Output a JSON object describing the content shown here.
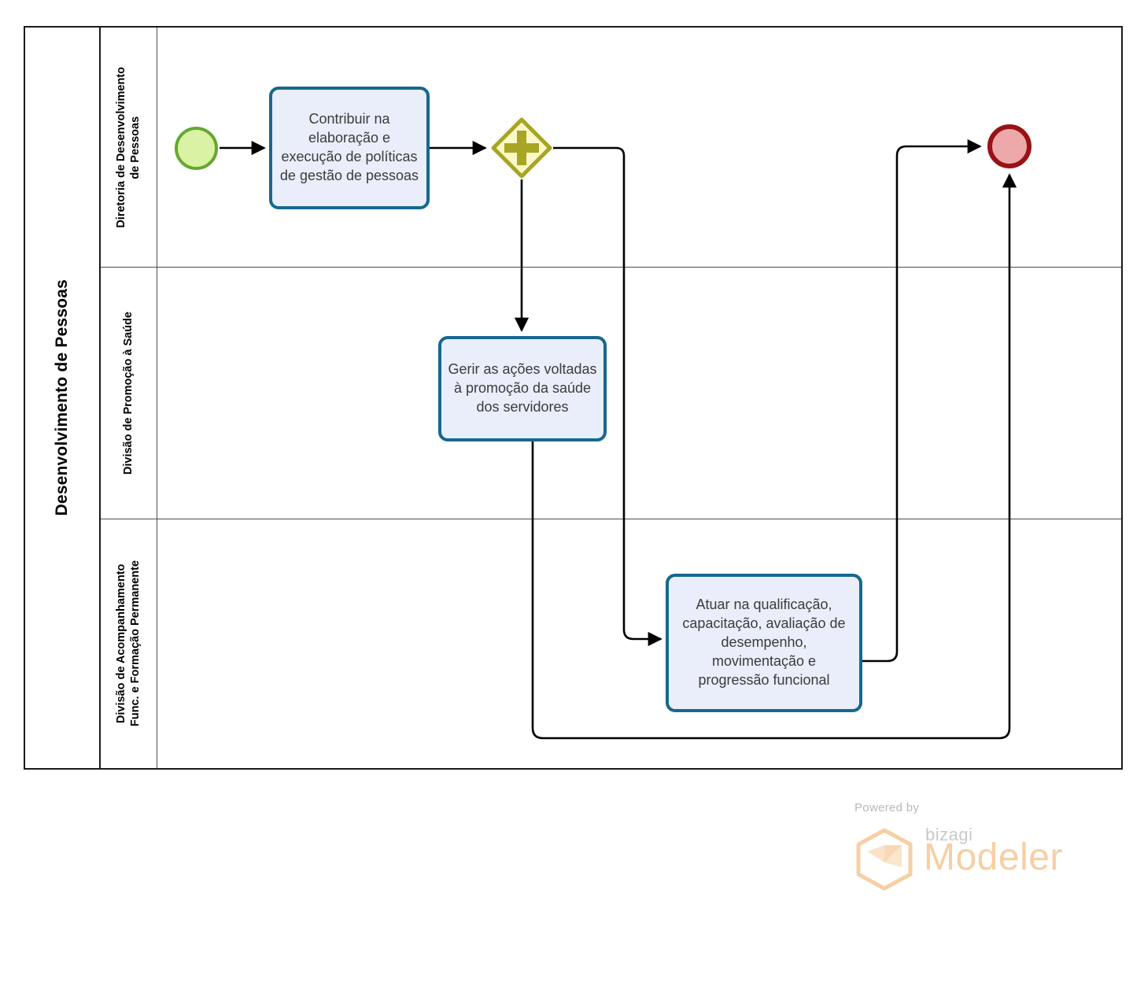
{
  "diagram": {
    "type": "bpmn-process",
    "pool": {
      "name": "Desenvolvimento de Pessoas"
    },
    "lanes": [
      {
        "id": "lane-diretoria",
        "name": "Diretoria de Desenvolvimento\nde Pessoas"
      },
      {
        "id": "lane-promocao-saude",
        "name": "Divisão de Promoção à Saúde"
      },
      {
        "id": "lane-acompanhamento",
        "name": "Divisão de Acompanhamento\nFunc. e Formação Permanente"
      }
    ],
    "events": {
      "start": {
        "name": "start-event",
        "label": ""
      },
      "end": {
        "name": "end-event",
        "label": ""
      }
    },
    "gateway": {
      "name": "parallel-gateway",
      "symbol": "+",
      "label": ""
    },
    "tasks": [
      {
        "id": "task-1",
        "label": "Contribuir na elaboração e execução de políticas de gestão de pessoas"
      },
      {
        "id": "task-2",
        "label": "Gerir as ações voltadas à promoção da saúde dos servidores"
      },
      {
        "id": "task-3",
        "label": "Atuar na qualificação, capacitação, avaliação de desempenho, movimentação e progressão funcional"
      }
    ],
    "flows": [
      {
        "from": "start-event",
        "to": "task-1"
      },
      {
        "from": "task-1",
        "to": "parallel-gateway"
      },
      {
        "from": "parallel-gateway",
        "to": "task-2"
      },
      {
        "from": "parallel-gateway",
        "to": "task-3"
      },
      {
        "from": "task-2",
        "to": "end-event"
      },
      {
        "from": "task-3",
        "to": "end-event"
      }
    ],
    "colors": {
      "start_fill": "#d9f2a3",
      "start_stroke": "#63a832",
      "end_fill": "#eda9a9",
      "end_stroke": "#981216",
      "task_fill": "#eaeefb",
      "task_stroke": "#16688f",
      "gateway_fill": "#fbf8c8",
      "gateway_stroke": "#a8a524",
      "gateway_symbol": "#a8a524",
      "connector": "#000000",
      "pool_border": "#1a1a1a",
      "lane_border": "#4d4d4d"
    }
  },
  "watermark": {
    "powered_by": "Powered by",
    "brand": "bizagi",
    "product": "Modeler",
    "brand_color": "#f6cfa4"
  }
}
